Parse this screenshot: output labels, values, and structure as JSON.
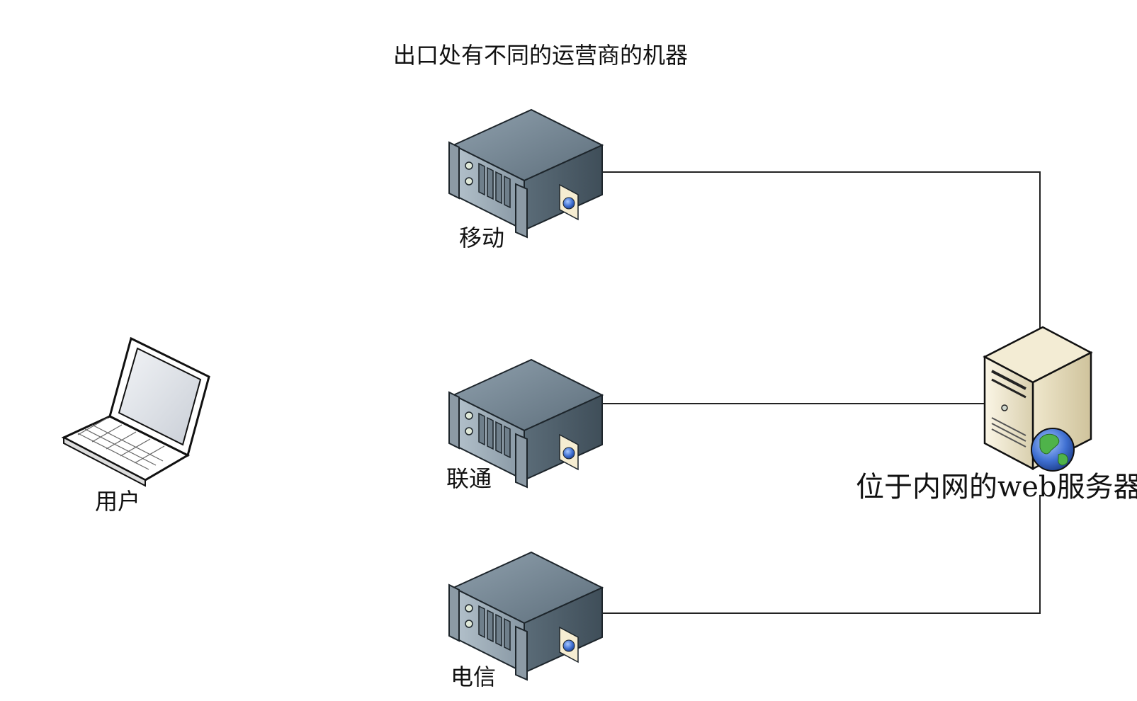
{
  "title": "出口处有不同的运营商的机器",
  "nodes": {
    "user": {
      "label": "用户",
      "icon": "laptop-icon"
    },
    "mobile": {
      "label": "移动",
      "icon": "rack-server-icon"
    },
    "unicom": {
      "label": "联通",
      "icon": "rack-server-icon"
    },
    "telecom": {
      "label": "电信",
      "icon": "rack-server-icon"
    },
    "web_server": {
      "label": "位于内网的web服务器",
      "icon": "web-server-globe-icon"
    }
  },
  "edges": [
    {
      "from": "mobile",
      "to": "web_server"
    },
    {
      "from": "unicom",
      "to": "web_server"
    },
    {
      "from": "telecom",
      "to": "web_server"
    }
  ]
}
